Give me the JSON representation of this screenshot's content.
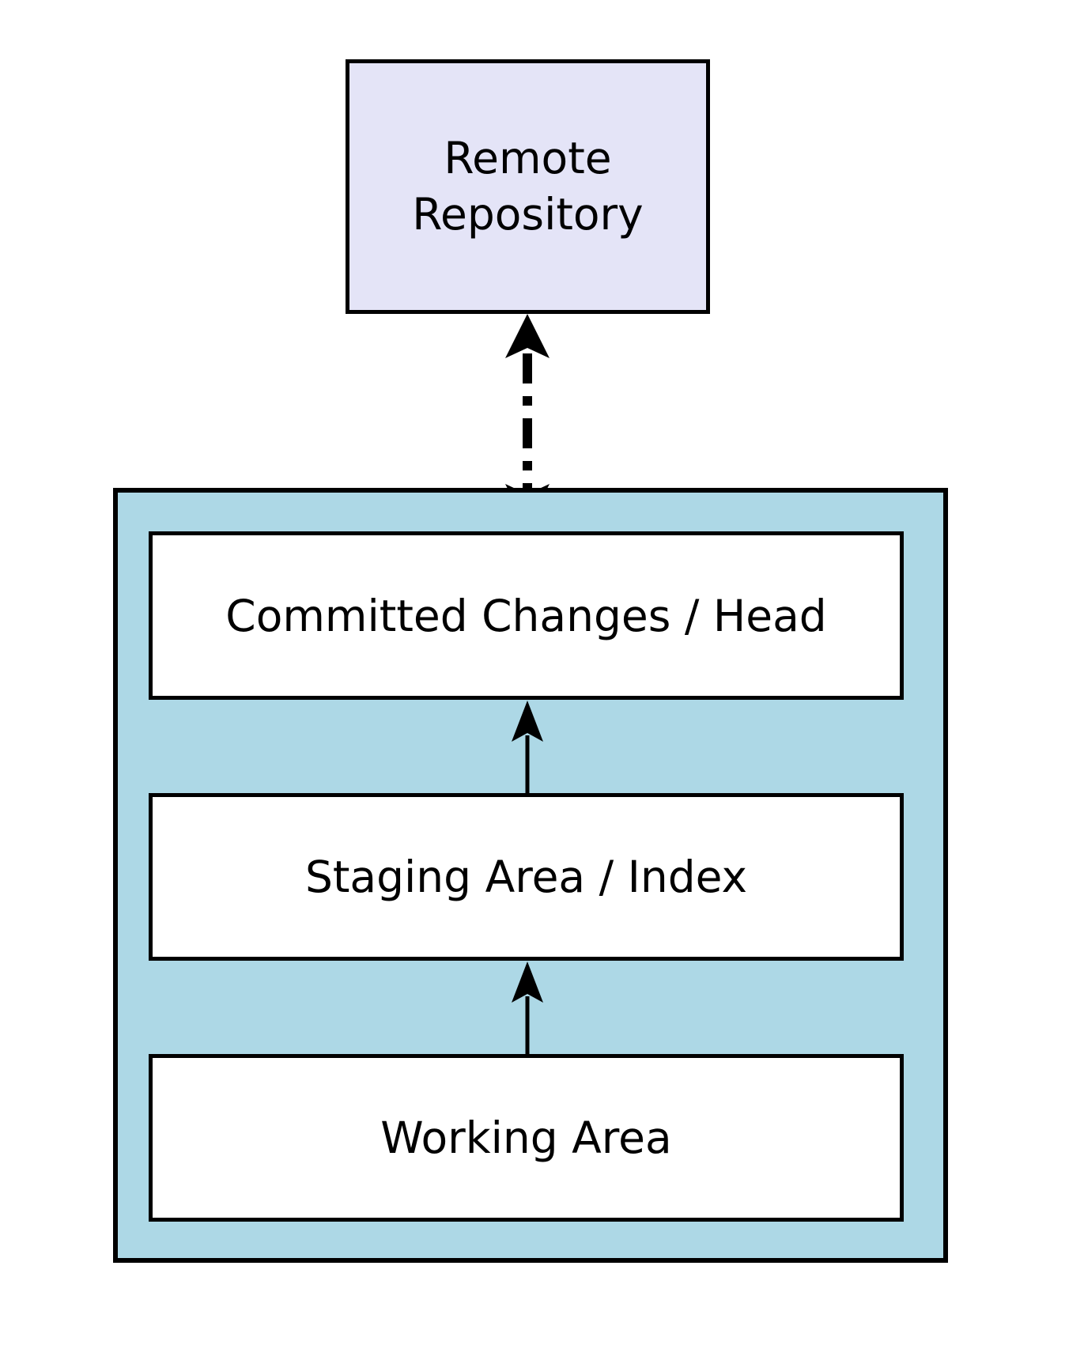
{
  "diagram": {
    "remote": {
      "label": "Remote Repository",
      "fill": "#e4e4f7"
    },
    "local": {
      "fill": "#add8e6",
      "areas": [
        {
          "id": "committed",
          "label": "Committed Changes / Head"
        },
        {
          "id": "staging",
          "label": "Staging Area / Index"
        },
        {
          "id": "working",
          "label": "Working Area"
        }
      ]
    },
    "connectors": [
      {
        "from": "local-repository",
        "to": "remote-repository",
        "style": "dashed",
        "direction": "bidirectional"
      },
      {
        "from": "staging",
        "to": "committed",
        "style": "solid",
        "direction": "up"
      },
      {
        "from": "working",
        "to": "staging",
        "style": "solid",
        "direction": "up"
      }
    ],
    "colors": {
      "outline": "#000000",
      "area_fill": "#ffffff",
      "remote_fill": "#e4e4f7",
      "local_fill": "#add8e6",
      "canvas": "#ffffff"
    }
  }
}
